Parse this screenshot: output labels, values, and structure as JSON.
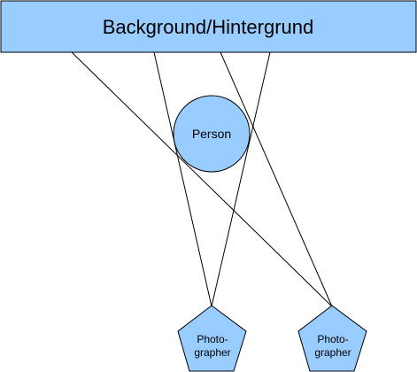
{
  "diagram": {
    "background_label": "Background/Hintergrund",
    "person_label": "Person",
    "photographer_left": {
      "line1": "Photo-",
      "line2": "grapher"
    },
    "photographer_right": {
      "line1": "Photo-",
      "line2": "grapher"
    }
  },
  "colors": {
    "shape_fill": "#99CCFF",
    "stroke": "#000000"
  }
}
